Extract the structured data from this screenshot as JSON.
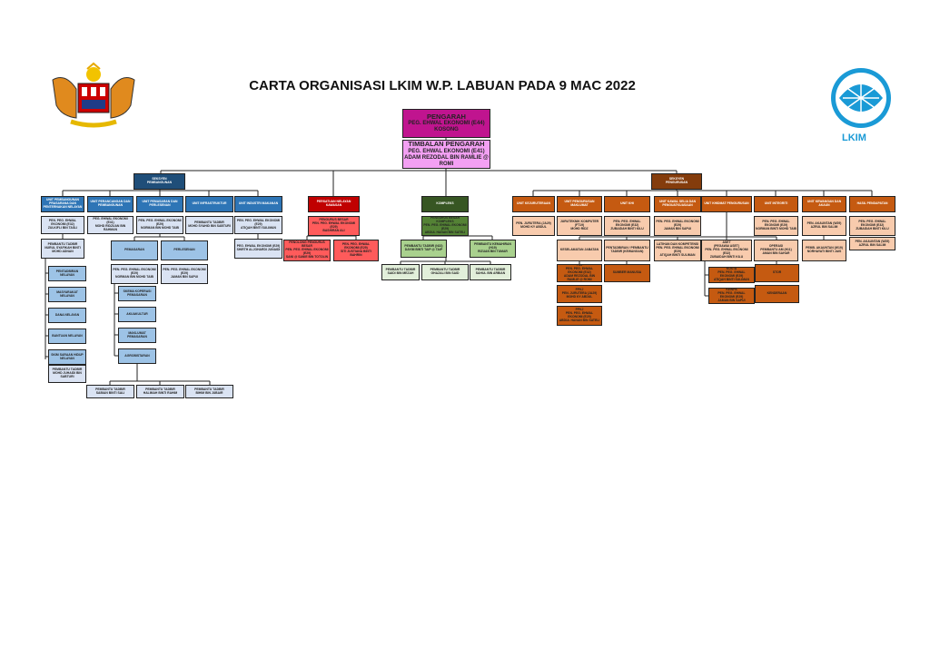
{
  "title": "CARTA ORGANISASI LKIM W.P. LABUAN PADA 9 MAC 2022",
  "logo_right_text": "LKIM",
  "colors": {
    "pengarah": "#c0148f",
    "timbalan": "#f3a0f3",
    "pembangunan_dark": "#1f4e79",
    "pembangunan_unit": "#2e75b6",
    "pembangunan_mid": "#9dc3e6",
    "pembangunan_light": "#dae3f3",
    "persatuan_dark": "#c00000",
    "persatuan": "#ff5b5b",
    "kompleks_dark": "#375623",
    "kompleks": "#548235",
    "kompleks_mid": "#a9d18e",
    "kompleks_light": "#e2efda",
    "pengurusan_dark": "#843c0c",
    "pengurusan_unit": "#c55a11",
    "pengurusan_light": "#f8cbad"
  },
  "boxes": [
    {
      "lines": [
        "PENGARAH",
        "PEG. EHWAL EKONOMI (E44)",
        "KOSONG"
      ]
    },
    {
      "lines": [
        "TIMBALAN PENGARAH",
        "PEG. EHWAL EKONOMI (E41)",
        "ADAM REZODAL BIN RAMLIE @ ROMI"
      ]
    },
    {
      "lines": [
        "SEKSYEN",
        "PEMBANGUNAN"
      ]
    },
    {
      "lines": [
        "UNIT PEMBANGUNAN PRASARANA DAN PENTERNAKAN NELAYAN"
      ]
    },
    {
      "lines": [
        "UNIT PERANCANGAN DAN PEMBANGUNAN"
      ]
    },
    {
      "lines": [
        "UNIT PEMASARAN DAN PERLESENAN"
      ]
    },
    {
      "lines": [
        "UNIT INFRASTRUKTUR"
      ]
    },
    {
      "lines": [
        "UNIT INDUSTRI MAKANAN"
      ]
    },
    {
      "lines": [
        "PEN. PEG. EHWAL EKONOMI (E32)",
        "ZULKIFLI BIN TASLI"
      ]
    },
    {
      "lines": [
        "PEG. EHWAL EKONOMI (E41)",
        "MOHD RIDZUAN BIN RAHMAN"
      ]
    },
    {
      "lines": [
        "PEN. PEG. EHWAL EKONOMI (E29)",
        "NORMAN BIN MOHD TAIB"
      ]
    },
    {
      "lines": [
        "PEMBANTU TADBIR",
        "MOHD SYAHID BIN SABTURI"
      ]
    },
    {
      "lines": [
        "PEN. PEG. EHWAL EKONOMI (E29)",
        "ATIQAH BINTI SULIMAN"
      ]
    },
    {
      "lines": [
        "PEMBANTU TADBIR",
        "NURUL SYAFIKAH BINTI MOHD ADNAN"
      ]
    },
    {
      "lines": [
        "PEG. EHWAL EKONOMI (E29)",
        "SHIRTH ALJOHARDI JUNAIDI"
      ]
    },
    {
      "lines": [
        "PEMASARAN"
      ]
    },
    {
      "lines": [
        "PERLESENAN"
      ]
    },
    {
      "lines": [
        "PEN. PEG. EHWAL EKONOMI (E29)",
        "NORMAN BIN MOHD TAIB"
      ]
    },
    {
      "lines": [
        "PEN. PEG. EHWAL EKONOMI (E29)",
        "JAMAN BIN SAPUI"
      ]
    },
    {
      "lines": [
        "PENTADBIRAN NELAYAN"
      ]
    },
    {
      "lines": [
        "MASYARAKAT NELAYAN"
      ]
    },
    {
      "lines": [
        "DANA NELAYAN"
      ]
    },
    {
      "lines": [
        "BANTUAN NELAYAN"
      ]
    },
    {
      "lines": [
        "SKIM SARAAN HIDUP NELAYAN"
      ]
    },
    {
      "lines": [
        "PEMBANTU TADBIR",
        "MOHD JUHAIDI BIN SABTURI"
      ]
    },
    {
      "lines": [
        "SKEMA KOPERASI PEMASARAN"
      ]
    },
    {
      "lines": [
        "AKUAKULTUR"
      ]
    },
    {
      "lines": [
        "MAKLUMAT PEMASARAN"
      ]
    },
    {
      "lines": [
        "AGROBISTARAN"
      ]
    },
    {
      "lines": [
        "PEMBANTU TADBIR",
        "SABIAN BINTI SALI"
      ]
    },
    {
      "lines": [
        "PEMBANTU TADBIR",
        "HALIMAH BINTI RAHIM"
      ]
    },
    {
      "lines": [
        "PEMBANTU TADBIR",
        "BIHIM BIN JUBAIR"
      ]
    },
    {
      "lines": [
        "PERSATUAN NELAYAN",
        "KAWASAN"
      ]
    },
    {
      "lines": [
        "PENGURUS BESAR",
        "PEN. PEG. EHWAL EKONOMI (E29)",
        "BASHIRAN ALI"
      ]
    },
    {
      "lines": [
        "PENOLONG PENGURUS BESAR",
        "PEN. PEG. EHWAL EKONOMI (E29)",
        "SANI @ SANIE BIN TOTOLIN"
      ]
    },
    {
      "lines": [
        "PEN. PEG. EHWAL EKONOMI (E29)",
        "SITI JUSTIANA BINTI BAHRIN"
      ]
    },
    {
      "lines": [
        "KOMPLEKS"
      ]
    },
    {
      "lines": [
        "PENGURUS BESAR KOMPLEKS",
        "PEN. PEG. EHWAL EKONOMI (E29)",
        "ABDUL HANAN BIN SATELI"
      ]
    },
    {
      "lines": [
        "PEMBANTU TADBIR (N22)",
        "DAYIM BINTI TAIP @ TAIP"
      ]
    },
    {
      "lines": [
        "PEMBANTU KEMAHIRAN (H19)",
        "RIZUAN BIN TUMAR"
      ]
    },
    {
      "lines": [
        "PEMBANTU TADBIR",
        "SAIDI BIN MEZAH"
      ]
    },
    {
      "lines": [
        "PEMBANTU TADBIR",
        "GHAZALI BIN SAID"
      ]
    },
    {
      "lines": [
        "PEMBANTU TADBIR",
        "SAHUL BIN ARBIAN"
      ]
    },
    {
      "lines": [
        "SEKSYEN",
        "PENGURUSAN"
      ]
    },
    {
      "lines": [
        "UNIT KEJURUTERAAN"
      ]
    },
    {
      "lines": [
        "UNIT PENGURUSAN MAKLUMAT"
      ]
    },
    {
      "lines": [
        "UNIT KHI"
      ]
    },
    {
      "lines": [
        "UNIT KAWAL SELIA DAN PENGUATKUASAAN"
      ]
    },
    {
      "lines": [
        "UNIT KHIDMAT PENGURUSAN"
      ]
    },
    {
      "lines": [
        "UNIT INTEGRITI"
      ]
    },
    {
      "lines": [
        "UNIT KEWANGAN DAN AKAUN"
      ]
    },
    {
      "lines": [
        "HASIL PENDAPATAN"
      ]
    },
    {
      "lines": [
        "PEN. JURUTERA (JA29)",
        "MOHD KY ABDUL"
      ]
    },
    {
      "lines": [
        "JURUTEKNIK KOMPUTER (FT19)",
        "MOHD RIDZ"
      ]
    },
    {
      "lines": [
        "PEN. PEG. EHWAL EKONOMI (E32)",
        "ZUBAIDAH BINTI KILU"
      ]
    },
    {
      "lines": [
        "PEN. PEG. EHWAL EKONOMI (E29)",
        "JAMAN BIN SAPUI"
      ]
    },
    {
      "lines": [
        "PEN. PEG. EHWAL EKONOMI (E29)",
        "NORMAN BINTI MOHD TAIB"
      ]
    },
    {
      "lines": [
        "PEN. AKAUNTAN (W29)",
        "AZRUL BIN SALIM"
      ]
    },
    {
      "lines": [
        "PEN. PEG. EHWAL EKONOMI (E32)",
        "ZUBAIDAH BINTI KILU"
      ]
    },
    {
      "lines": [
        "PEN. AKAUNTAN (W29)",
        "AZRUL BIN SALIM"
      ]
    },
    {
      "lines": [
        "KESELAMATAN JABATAN"
      ]
    },
    {
      "lines": [
        "PENTADBIRAN / PEMBANTU TADBIR (KEWANGAN)"
      ]
    },
    {
      "lines": [
        "LATIHAN DAN KOMPETENSI",
        "PEN. PEG. EHWAL EKONOMI (E29)",
        "ATIQAH BINTI SULIMAN"
      ]
    },
    {
      "lines": [
        "ASET",
        "(PEGAWAI ASET)",
        "PEN. PEG. EHWAL EKONOMI (E32)",
        "ZUBAIDAH BINTI KILU"
      ]
    },
    {
      "lines": [
        "OPERASI",
        "PEMBANTU AM (H11)",
        "AMAN BIN SAHAR"
      ]
    },
    {
      "lines": [
        "PEMB. AKAUNTAN (W19)",
        "NORHAYATI BINTI JAIS"
      ]
    },
    {
      "lines": [
        "PKJ",
        "PEN. PEG. EHWAL EKONOMI (E32)",
        "ADAM REZODAL BIN RAMLIE @ ROMI"
      ]
    },
    {
      "lines": [
        "PPKJ",
        "PEN. JURUTERA (JA29)",
        "MOHD KY ABDUL"
      ]
    },
    {
      "lines": [
        "PPKJ",
        "PEN. PEG. EHWAL EKONOMI (E29)",
        "ABDUL HANAN BIN SATELI"
      ]
    },
    {
      "lines": [
        "SUMBER MANUSIA"
      ]
    },
    {
      "lines": [
        "KUSTA",
        "PEN. PEG. EHWAL EKONOMI (E29)",
        "ATIQAH BINTI SULIMAN"
      ]
    },
    {
      "lines": [
        "KEWPA",
        "PEN. PEG. EHWAL EKONOMI (E29)",
        "JAMAN BIN SAPUI"
      ]
    },
    {
      "lines": [
        "STOR"
      ]
    },
    {
      "lines": [
        "KENDERAAN"
      ]
    }
  ]
}
